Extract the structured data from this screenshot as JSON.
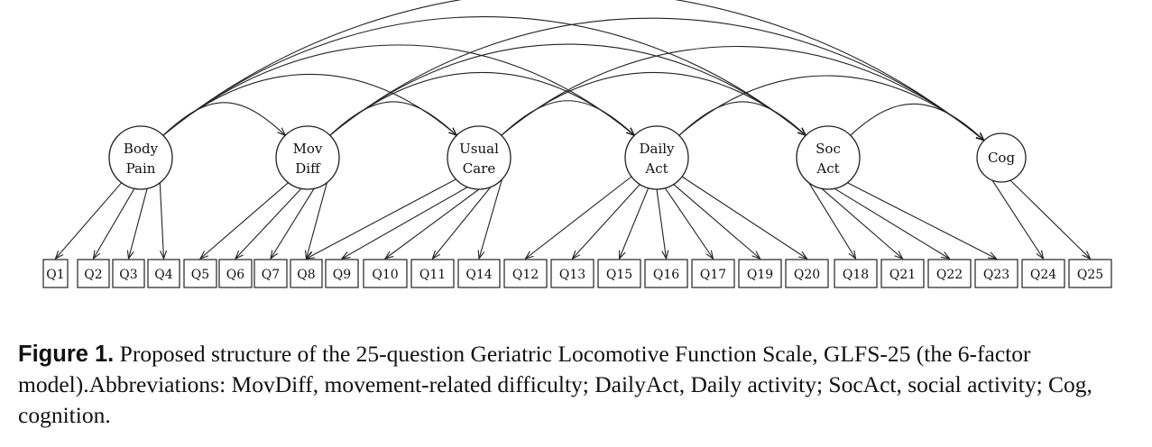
{
  "diagram": {
    "factors": [
      {
        "id": "BP",
        "lines": [
          "Body",
          "Pain"
        ]
      },
      {
        "id": "MD",
        "lines": [
          "Mov",
          "Diff"
        ]
      },
      {
        "id": "UC",
        "lines": [
          "Usual",
          "Care"
        ]
      },
      {
        "id": "DA",
        "lines": [
          "Daily",
          "Act"
        ]
      },
      {
        "id": "SA",
        "lines": [
          "Soc",
          "Act"
        ]
      },
      {
        "id": "CG",
        "lines": [
          "Cog"
        ]
      }
    ],
    "items": [
      "Q1",
      "Q2",
      "Q3",
      "Q4",
      "Q5",
      "Q6",
      "Q7",
      "Q8",
      "Q9",
      "Q10",
      "Q11",
      "Q14",
      "Q12",
      "Q13",
      "Q15",
      "Q16",
      "Q17",
      "Q19",
      "Q20",
      "Q18",
      "Q21",
      "Q22",
      "Q23",
      "Q24",
      "Q25"
    ],
    "loadings": {
      "BP": [
        "Q1",
        "Q2",
        "Q3",
        "Q4"
      ],
      "MD": [
        "Q5",
        "Q6",
        "Q7",
        "Q8"
      ],
      "UC": [
        "Q8",
        "Q9",
        "Q10",
        "Q11",
        "Q14"
      ],
      "DA": [
        "Q12",
        "Q13",
        "Q15",
        "Q16",
        "Q17",
        "Q19",
        "Q20"
      ],
      "SA": [
        "Q18",
        "Q21",
        "Q22",
        "Q23"
      ],
      "CG": [
        "Q24",
        "Q25"
      ]
    },
    "correlations": "all factor pairs"
  },
  "caption": {
    "label": "Figure 1.",
    "text": "Proposed structure of the 25-question Geriatric Locomotive Function Scale, GLFS-25 (the 6-factor model).Abbreviations: MovDiff, movement-related difficulty; DailyAct, Daily activity; SocAct, social activity; Cog, cognition."
  }
}
